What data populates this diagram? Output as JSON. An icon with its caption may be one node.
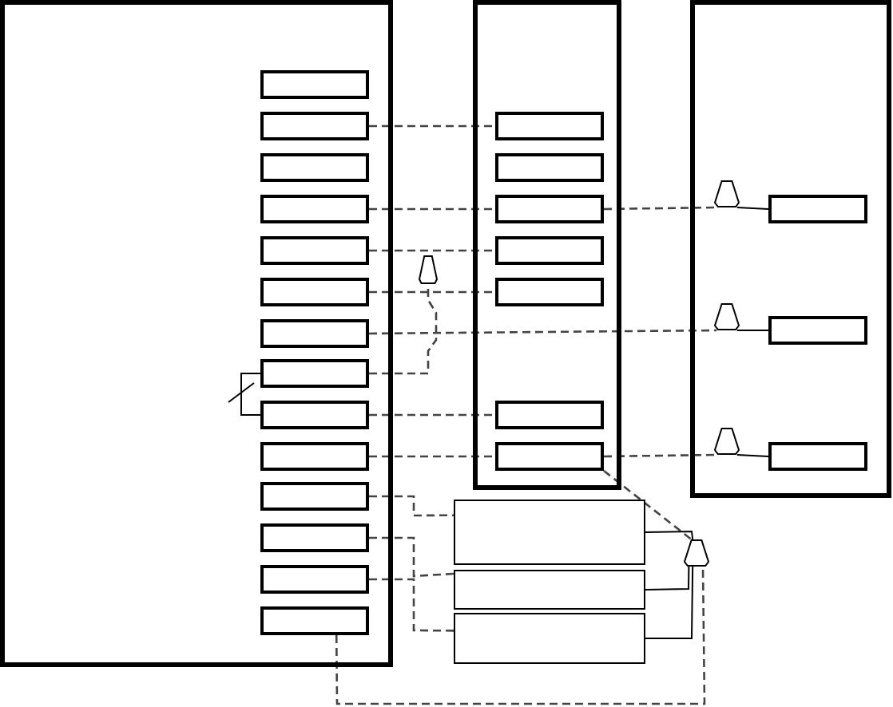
{
  "diagram": {
    "nodes": [
      {
        "text": [],
        "shape": "box"
      },
      {
        "text": [],
        "shape": "box",
        "in": 0
      },
      {
        "text": [],
        "shape": "box",
        "in": 0
      },
      {
        "text": [],
        "shape": "box",
        "in": 0
      },
      {
        "text": [],
        "shape": "box",
        "in": 0
      },
      {
        "text": [],
        "shape": "box",
        "in": 0
      },
      {
        "text": [],
        "shape": "box",
        "in": 0
      },
      {
        "text": [],
        "shape": "box",
        "in": 0
      },
      {
        "text": [],
        "shape": "box",
        "in": 0
      },
      {
        "text": [],
        "shape": "box",
        "in": 0
      },
      {
        "text": [],
        "shape": "box",
        "in": 0
      },
      {
        "text": [],
        "shape": "box",
        "in": 0
      },
      {
        "text": [],
        "shape": "box",
        "in": 0
      },
      {
        "text": [],
        "shape": "box",
        "in": 0
      },
      {
        "text": [],
        "shape": "box",
        "in": 0
      },
      {
        "text": [],
        "shape": "box"
      },
      {
        "text": [],
        "shape": "box",
        "in": 15
      },
      {
        "text": [],
        "shape": "box",
        "in": 15
      },
      {
        "text": [],
        "shape": "box",
        "in": 15
      },
      {
        "text": [],
        "shape": "box",
        "in": 15
      },
      {
        "text": [],
        "shape": "box",
        "in": 15
      },
      {
        "text": [],
        "shape": "box",
        "in": 15
      },
      {
        "text": [],
        "shape": "box",
        "in": 15
      },
      {
        "text": [],
        "shape": "box"
      },
      {
        "text": [],
        "shape": "box",
        "in": 23
      },
      {
        "text": [],
        "shape": "box",
        "in": 23
      },
      {
        "text": [],
        "shape": "box",
        "in": 23
      },
      {
        "text": [],
        "shape": "trapezoid"
      },
      {
        "text": [],
        "shape": "trapezoid",
        "in": 23
      },
      {
        "text": [],
        "shape": "trapezoid",
        "in": 23
      },
      {
        "text": [],
        "shape": "trapezoid",
        "in": 23
      },
      {
        "text": [],
        "shape": "box"
      },
      {
        "text": [],
        "shape": "box"
      },
      {
        "text": [],
        "shape": "box"
      },
      {
        "text": [],
        "shape": "trapezoid"
      }
    ],
    "edges": [
      {
        "from": 2,
        "to": 16,
        "arrow": "none",
        "style": "dashed"
      },
      {
        "from": 4,
        "to": 18,
        "arrow": "none",
        "style": "dashed"
      },
      {
        "from": 18,
        "to": 28,
        "arrow": "none",
        "style": "dashed"
      },
      {
        "from": 28,
        "to": 24,
        "arrow": "none"
      },
      {
        "from": 5,
        "to": 19,
        "arrow": "none",
        "style": "dashed"
      },
      {
        "from": 6,
        "to": 20,
        "arrow": "none",
        "style": "dashed"
      },
      {
        "from": 7,
        "to": 29,
        "arrow": "none",
        "style": "dashed"
      },
      {
        "from": 29,
        "to": 25,
        "arrow": "none"
      },
      {
        "from": 8,
        "to": 27,
        "arrow": "none",
        "style": "dashed"
      },
      {
        "from": 8,
        "to": 9,
        "arrow": "none"
      },
      {
        "from": 9,
        "to": 21,
        "arrow": "none",
        "style": "dashed"
      },
      {
        "from": 10,
        "to": 22,
        "arrow": "none",
        "style": "dashed"
      },
      {
        "from": 22,
        "to": 30,
        "arrow": "none",
        "style": "dashed"
      },
      {
        "from": 30,
        "to": 26,
        "arrow": "none"
      },
      {
        "from": 22,
        "to": 34,
        "arrow": "none",
        "style": "dashed"
      },
      {
        "from": 11,
        "to": 31,
        "arrow": "none",
        "style": "dashed"
      },
      {
        "from": 12,
        "to": 32,
        "arrow": "none",
        "style": "dashed"
      },
      {
        "from": 13,
        "to": 33,
        "arrow": "none",
        "style": "dashed"
      },
      {
        "from": 31,
        "to": 34,
        "arrow": "none"
      },
      {
        "from": 32,
        "to": 34,
        "arrow": "none"
      },
      {
        "from": 33,
        "to": 34,
        "arrow": "none"
      },
      {
        "from": 14,
        "to": 34,
        "arrow": "none",
        "style": "dashed"
      }
    ]
  }
}
